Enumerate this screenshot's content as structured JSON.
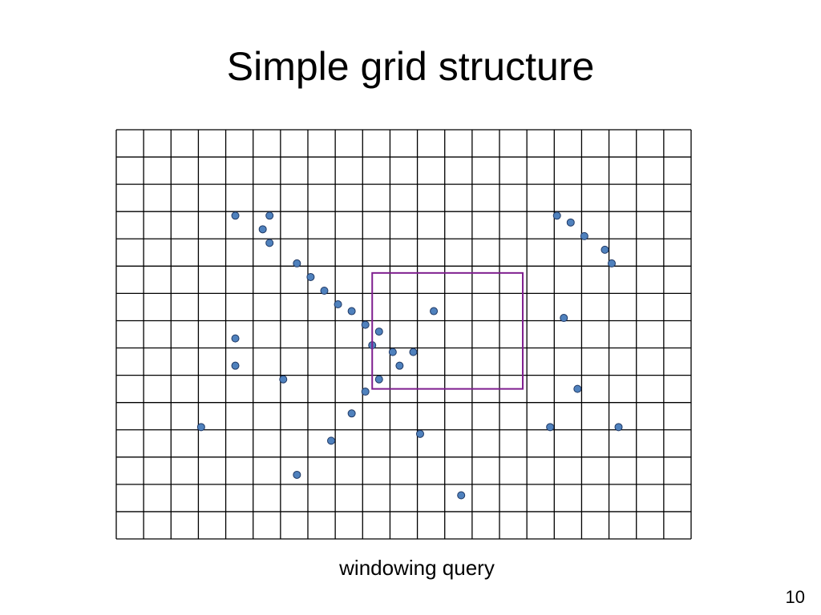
{
  "slide": {
    "title": "Simple grid structure",
    "caption": "windowing query",
    "page_number": "10"
  },
  "diagram": {
    "grid": {
      "columns": 21,
      "rows": 15,
      "line_color": "#000000"
    },
    "points": [
      [
        4.35,
        3.15
      ],
      [
        5.6,
        3.15
      ],
      [
        5.35,
        3.65
      ],
      [
        5.6,
        4.15
      ],
      [
        6.6,
        4.9
      ],
      [
        7.1,
        5.4
      ],
      [
        7.6,
        5.9
      ],
      [
        8.1,
        6.4
      ],
      [
        8.6,
        6.65
      ],
      [
        9.1,
        7.15
      ],
      [
        9.6,
        7.4
      ],
      [
        9.35,
        7.9
      ],
      [
        10.1,
        8.15
      ],
      [
        10.35,
        8.65
      ],
      [
        10.85,
        8.15
      ],
      [
        11.6,
        6.65
      ],
      [
        9.6,
        9.15
      ],
      [
        9.1,
        9.6
      ],
      [
        8.6,
        10.4
      ],
      [
        7.85,
        11.4
      ],
      [
        6.6,
        12.65
      ],
      [
        11.1,
        11.15
      ],
      [
        12.6,
        13.4
      ],
      [
        4.35,
        7.65
      ],
      [
        4.35,
        8.65
      ],
      [
        6.1,
        9.15
      ],
      [
        3.1,
        10.9
      ],
      [
        16.1,
        3.15
      ],
      [
        16.6,
        3.4
      ],
      [
        17.1,
        3.9
      ],
      [
        17.85,
        4.4
      ],
      [
        18.1,
        4.9
      ],
      [
        16.35,
        6.9
      ],
      [
        16.85,
        9.5
      ],
      [
        15.85,
        10.9
      ],
      [
        18.35,
        10.9
      ]
    ],
    "point_fill": "#4f81bd",
    "point_stroke": "#1f3864",
    "query_window": {
      "x0": 9.35,
      "y0": 5.25,
      "x1": 14.85,
      "y1": 9.5,
      "color": "#7f1f8f"
    }
  }
}
